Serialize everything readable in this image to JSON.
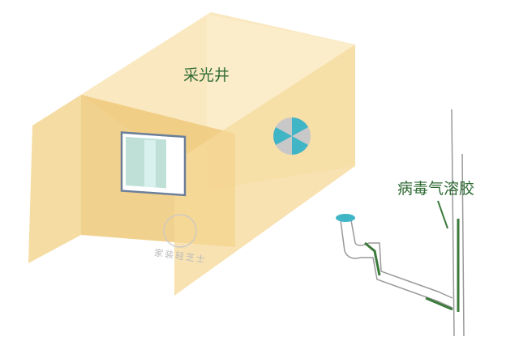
{
  "labels": {
    "lightwell": "采光井",
    "aerosol": "病毒气溶胶"
  },
  "watermark": "家装轻芝士",
  "colors": {
    "panel_light": "#f7e2ae",
    "panel_mid": "#f1cf86",
    "label_green": "#2f6b34",
    "fan_teal": "#3fb5c6",
    "pipe_green": "#3a7a3a"
  }
}
